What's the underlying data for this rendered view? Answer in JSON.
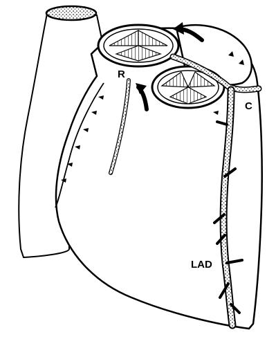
{
  "labels": {
    "right_coronary": "R",
    "circumflex": "C",
    "left_anterior_descending": "LAD"
  },
  "colors": {
    "ink": "#000000",
    "paper": "#ffffff",
    "stipple": "#2a2a2a"
  }
}
